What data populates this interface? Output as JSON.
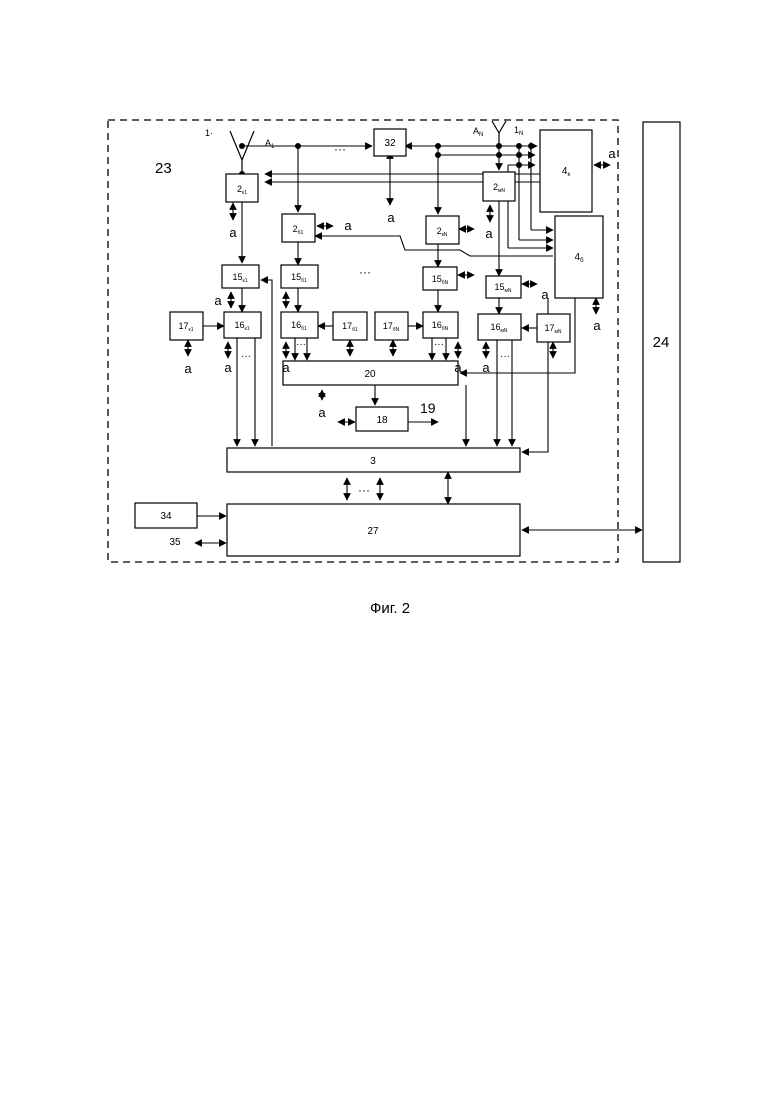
{
  "figure": {
    "caption": "Фиг. 2"
  },
  "regions": {
    "r23": "23",
    "r19": "19"
  },
  "antennas": {
    "a1": "A",
    "a1_sub": "1",
    "an": "A",
    "an_sub": "N",
    "n1": "1·",
    "nN": "1",
    "nN_sub": "N"
  },
  "signal": "а",
  "port35": "35",
  "ellipsis": "···",
  "blocks": {
    "b32": {
      "main": "32",
      "sub": ""
    },
    "b2k1": {
      "main": "2",
      "sub": "к1"
    },
    "b2b1": {
      "main": "2",
      "sub": "б1"
    },
    "b2kN": {
      "main": "2",
      "sub": "кN"
    },
    "b2mN": {
      "main": "2",
      "sub": "мN"
    },
    "b4k": {
      "main": "4",
      "sub": "к"
    },
    "b4b": {
      "main": "4",
      "sub": "б"
    },
    "b15k1": {
      "main": "15",
      "sub": "к1"
    },
    "b15b1": {
      "main": "15",
      "sub": "б1"
    },
    "b15bN": {
      "main": "15",
      "sub": "бN"
    },
    "b15mN": {
      "main": "15",
      "sub": "мN"
    },
    "b16k1": {
      "main": "16",
      "sub": "к1"
    },
    "b16b1": {
      "main": "16",
      "sub": "б1"
    },
    "b16bN": {
      "main": "16",
      "sub": "бN"
    },
    "b16mN": {
      "main": "16",
      "sub": "мN"
    },
    "b17k1": {
      "main": "17",
      "sub": "к1"
    },
    "b17b1": {
      "main": "17",
      "sub": "б1"
    },
    "b17bN": {
      "main": "17",
      "sub": "бN"
    },
    "b17mN": {
      "main": "17",
      "sub": "мN"
    },
    "b20": {
      "main": "20",
      "sub": ""
    },
    "b18": {
      "main": "18",
      "sub": ""
    },
    "b3": {
      "main": "3",
      "sub": ""
    },
    "b27": {
      "main": "27",
      "sub": ""
    },
    "b34": {
      "main": "34",
      "sub": ""
    },
    "b24": {
      "main": "24",
      "sub": ""
    }
  }
}
